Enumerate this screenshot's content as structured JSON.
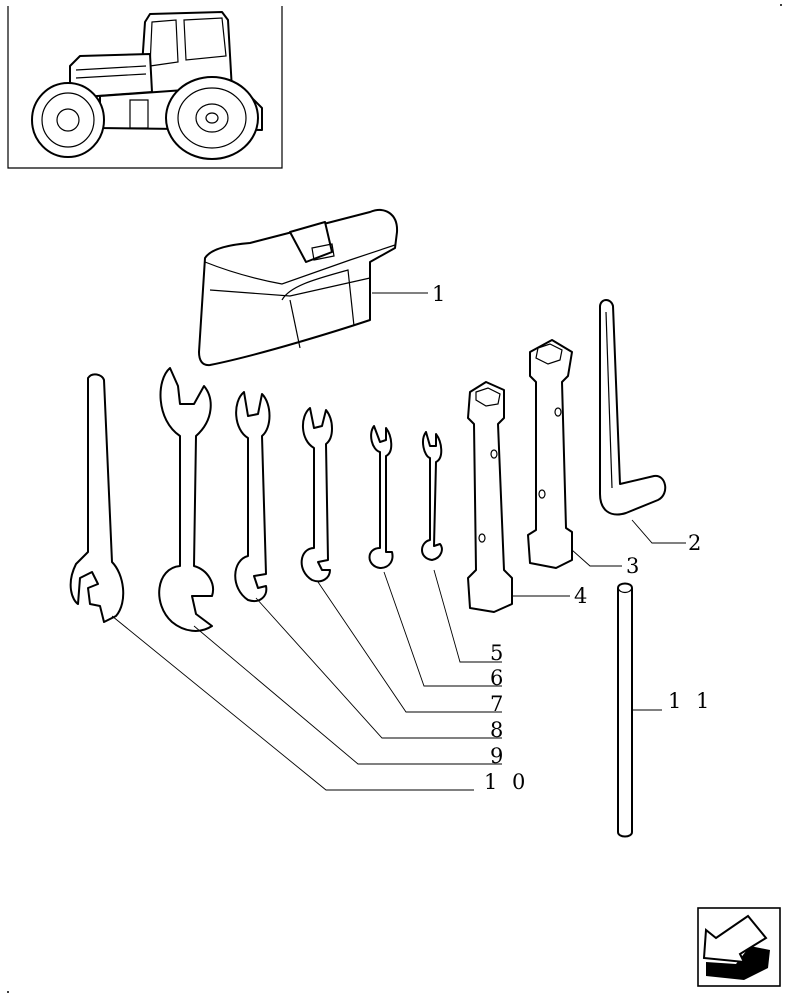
{
  "callouts": {
    "c1": "1",
    "c2": "2",
    "c3": "3",
    "c4": "4",
    "c5": "5",
    "c6": "6",
    "c7": "7",
    "c8": "8",
    "c9": "9",
    "c10": "1 0",
    "c11": "1 1"
  },
  "icons": {
    "tractor_thumbnail": "tractor-illustration",
    "nav_button": "previous-page-arrow-icon"
  }
}
